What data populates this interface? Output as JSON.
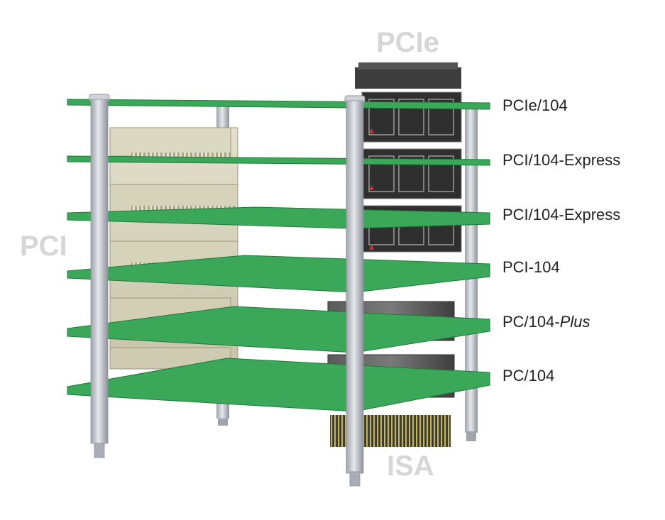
{
  "bus_labels": {
    "pcie": "PCIe",
    "pci": "PCI",
    "isa": "ISA"
  },
  "boards": [
    {
      "name": "PCIe/104"
    },
    {
      "name": "PCI/104-Express"
    },
    {
      "name": "PCI/104-Express"
    },
    {
      "name": "PCI-104"
    },
    {
      "name": "PC/104-",
      "name_italic": "Plus"
    },
    {
      "name": "PC/104"
    }
  ],
  "colors": {
    "board_green": "#3aa858",
    "board_edge": "#1f7a3a",
    "standoff": "#c9ccd3",
    "pci_connector": "#d8d5c0",
    "pcie_connector": "#3d3d3d",
    "isa_connector": "#4a4a4a",
    "bus_label_gray": "#d6d6d6"
  }
}
